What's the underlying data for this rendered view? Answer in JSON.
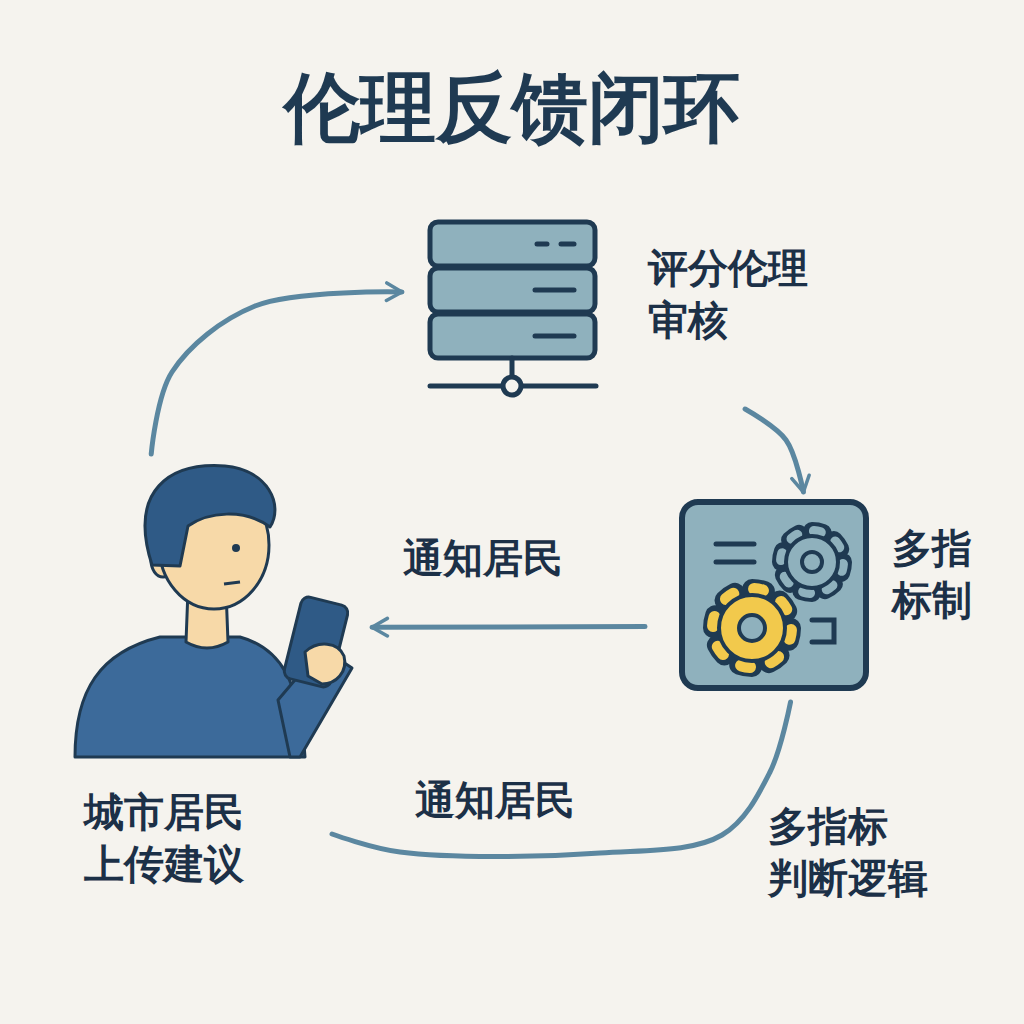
{
  "diagram": {
    "title": "伦理反馈闭环",
    "nodes": [
      {
        "text": [
          "评分伦理 审核"
        ]
      },
      {
        "text": [
          "多指 标制"
        ]
      },
      {
        "text": [
          "城市居民 上传建议"
        ]
      }
    ],
    "edges": [
      {
        "from": 2,
        "to": 0,
        "arrow": "to"
      },
      {
        "from": 0,
        "to": 1,
        "arrow": "to"
      },
      {
        "from": 1,
        "to": 2,
        "label": "通知居民",
        "arrow": "to"
      },
      {
        "from": 1,
        "to": 2,
        "label": "通知居民",
        "arrow": "none"
      }
    ],
    "labels": [
      "多指标 判断逻辑"
    ]
  }
}
